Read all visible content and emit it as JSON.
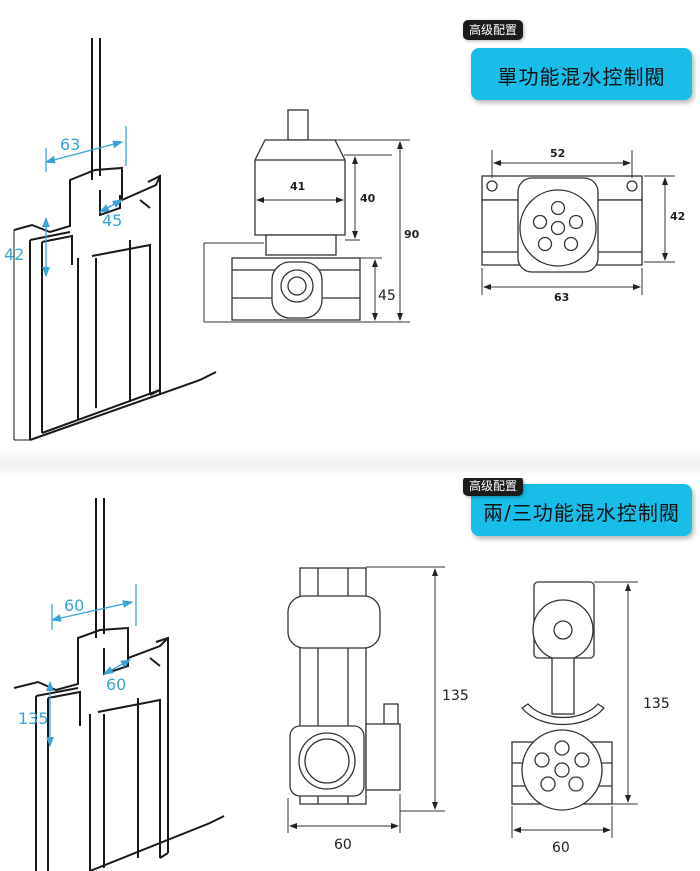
{
  "top": {
    "tag": "高级配置",
    "title": "單功能混水控制閥",
    "wall": {
      "width": "63",
      "depth": "45",
      "height": "42"
    },
    "side": {
      "width": "41",
      "upper_h": "40",
      "total_h": "90",
      "lower_h": "45"
    },
    "front": {
      "hole_spacing": "52",
      "height": "42",
      "width": "63"
    }
  },
  "bottom": {
    "tag": "高级配置",
    "title": "兩/三功能混水控制閥",
    "wall": {
      "width": "60",
      "depth": "60",
      "height": "135"
    },
    "side": {
      "height": "135",
      "width": "60"
    },
    "front": {
      "height": "135",
      "width": "60"
    }
  },
  "colors": {
    "callout": "#18bde8",
    "tag": "#1b1b1b",
    "wall_dim": "#3aa3d6",
    "line": "#222222"
  }
}
